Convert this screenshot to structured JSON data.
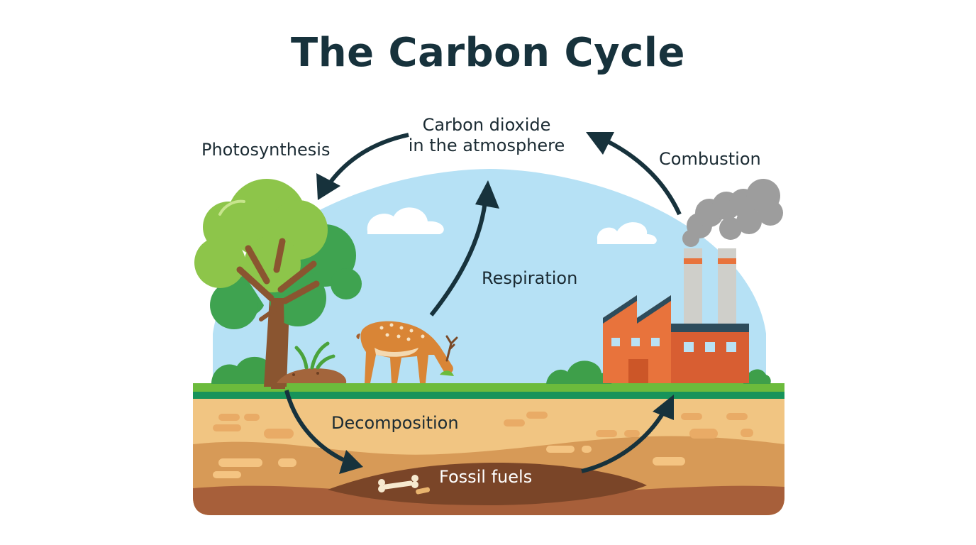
{
  "title": "The Carbon Cycle",
  "labels": {
    "co2_line1": "Carbon dioxide",
    "co2_line2": "in the atmosphere",
    "photosynthesis": "Photosynthesis",
    "combustion": "Combustion",
    "respiration": "Respiration",
    "decomposition": "Decomposition",
    "fossil_fuels": "Fossil fuels"
  },
  "colors": {
    "sky": "#b5e0f4",
    "grass": "#6cbb3c",
    "soil_top": "#f1c582",
    "soil_mid": "#d79a57",
    "soil_deep": "#a7603a",
    "arrow": "#17323c",
    "factory": "#e8733c",
    "tree_light": "#8dc54a",
    "tree_dark": "#3fa350"
  }
}
